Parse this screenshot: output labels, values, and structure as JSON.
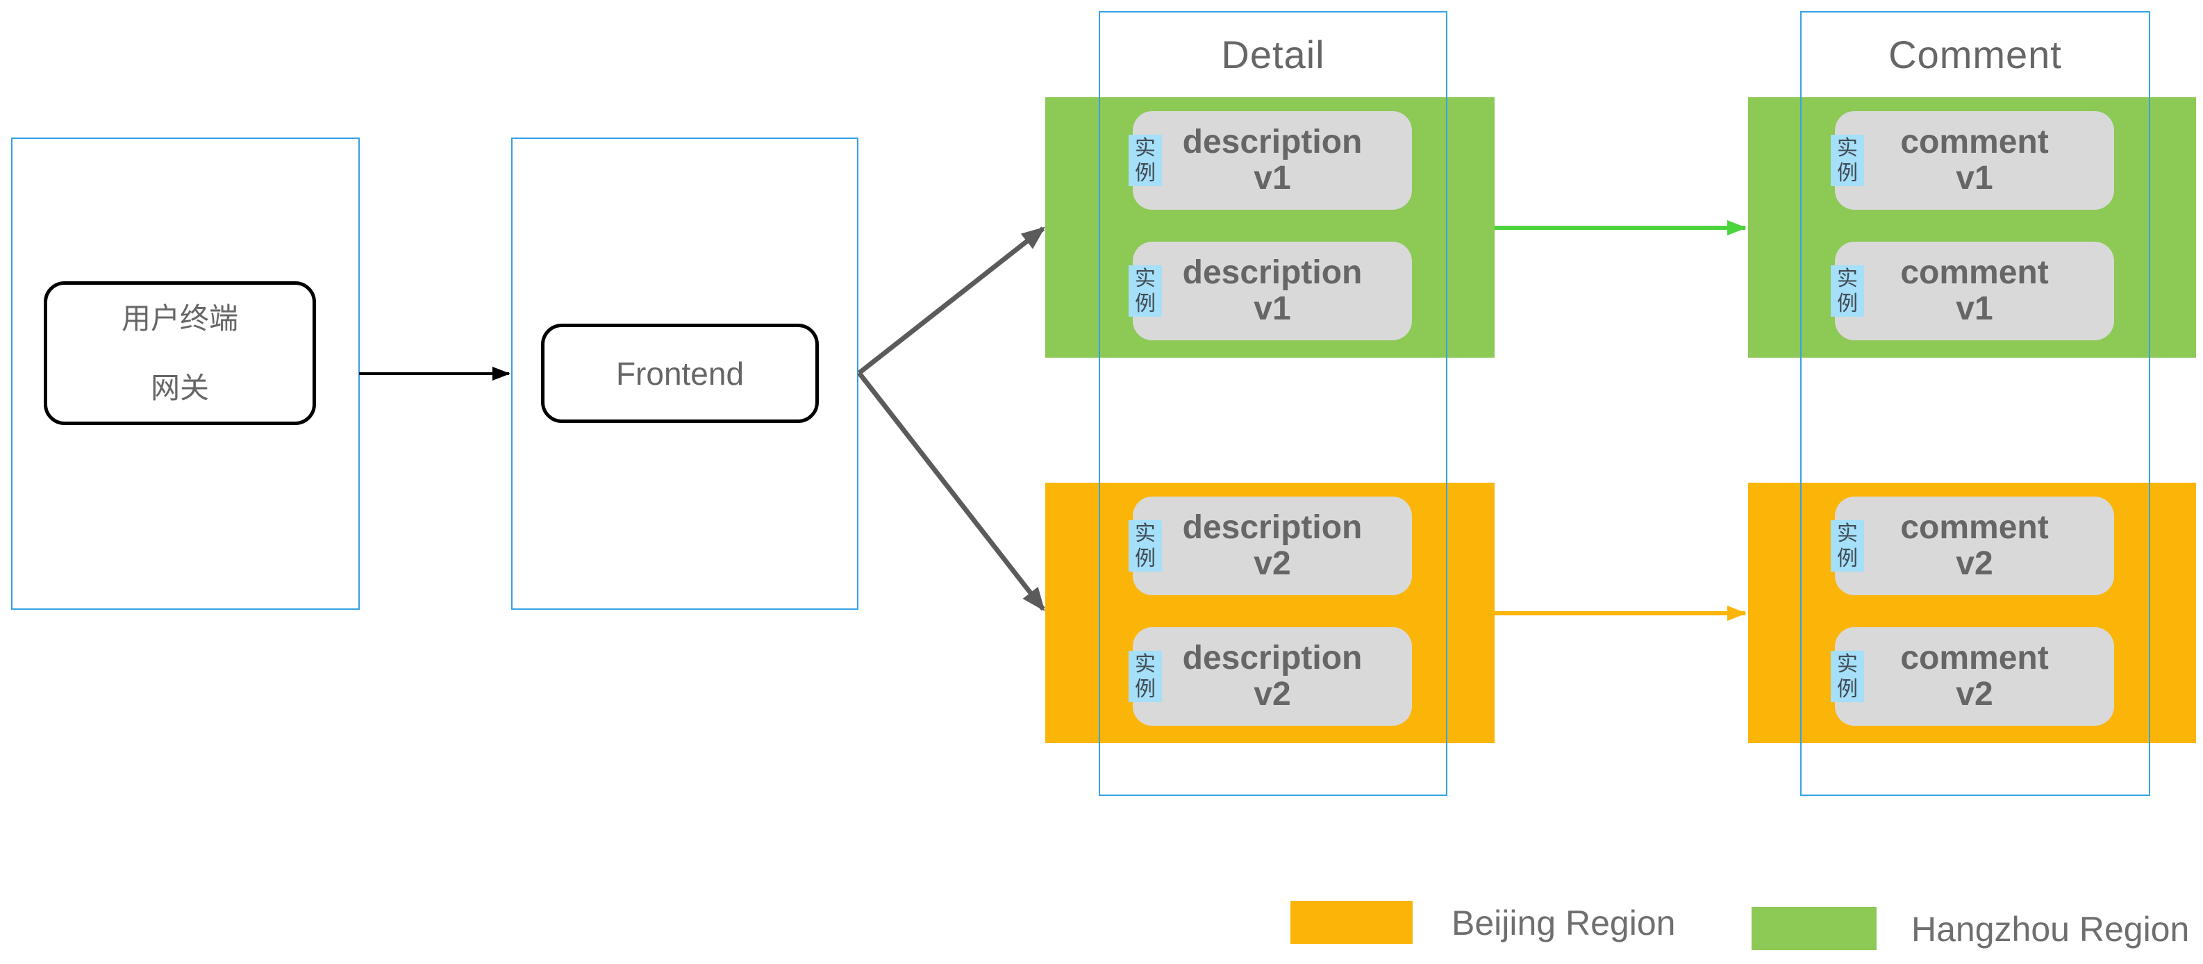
{
  "diagram": {
    "gateway_box": {
      "line1": "用户终端",
      "line2": "网关"
    },
    "frontend_box": {
      "label": "Frontend"
    },
    "columns": [
      {
        "title": "Detail"
      },
      {
        "title": "Comment"
      }
    ],
    "instance_tag": "实例",
    "regions": [
      {
        "name": "hangzhou-detail",
        "region": "Hangzhou",
        "items": [
          {
            "line1": "description",
            "line2": "v1"
          },
          {
            "line1": "description",
            "line2": "v1"
          }
        ]
      },
      {
        "name": "hangzhou-comment",
        "region": "Hangzhou",
        "items": [
          {
            "line1": "comment",
            "line2": "v1"
          },
          {
            "line1": "comment",
            "line2": "v1"
          }
        ]
      },
      {
        "name": "beijing-detail",
        "region": "Beijing",
        "items": [
          {
            "line1": "description",
            "line2": "v2"
          },
          {
            "line1": "description",
            "line2": "v2"
          }
        ]
      },
      {
        "name": "beijing-comment",
        "region": "Beijing",
        "items": [
          {
            "line1": "comment",
            "line2": "v2"
          },
          {
            "line1": "comment",
            "line2": "v2"
          }
        ]
      }
    ],
    "legend": [
      {
        "label": "Beijing Region",
        "color": "#FBB508"
      },
      {
        "label": "Hangzhou Region",
        "color": "#8CC955"
      }
    ],
    "colors": {
      "beijing_orange": "#FBB508",
      "hangzhou_green": "#8CC955",
      "arrow_green": "#4CD43C",
      "arrow_orange": "#FBB508",
      "arrow_gray": "#5B5B5B",
      "arrow_black": "#000000",
      "container_border_blue": "#35A2E6",
      "item_gray": "#D9D9D9",
      "tag_blue": "#A5DFF9",
      "tag_text": "#414A52",
      "text_gray": "#666666",
      "legend_text": "#6F6F6F"
    }
  }
}
